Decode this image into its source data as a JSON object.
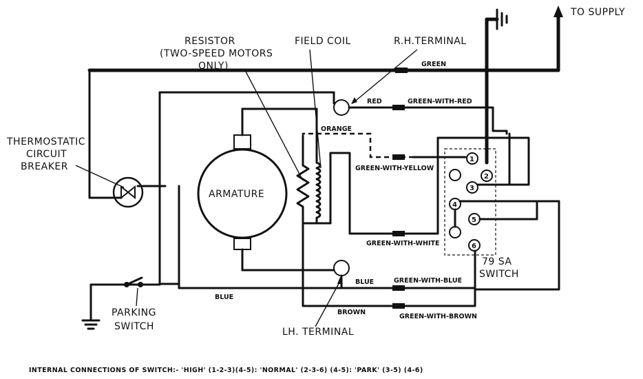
{
  "labels": {
    "to_supply": "TO SUPPLY",
    "resistor_l1": "RESISTOR",
    "resistor_l2": "(TWO-SPEED MOTORS",
    "resistor_l3": "ONLY)",
    "field_coil": "FIELD COIL",
    "rh_terminal": "R.H.TERMINAL",
    "thermo_l1": "THERMOSTATIC",
    "thermo_l2": "CIRCUIT",
    "thermo_l3": "BREAKER",
    "armature": "ARMATURE",
    "parking_l1": "PARKING",
    "parking_l2": "SWITCH",
    "lh_terminal": "LH. TERMINAL",
    "switch_l1": "79 SA",
    "switch_l2": "SWITCH"
  },
  "wires": {
    "green": "GREEN",
    "red": "RED",
    "green_with_red": "GREEN-WITH-RED",
    "orange": "ORANGE",
    "green_with_yellow": "GREEN-WITH-YELLOW",
    "green_with_white": "GREEN-WITH-WHITE",
    "blue_left": "BLUE",
    "blue_right": "BLUE",
    "green_with_blue": "GREEN-WITH-BLUE",
    "brown": "BROWN",
    "green_with_brown": "GREEN-WITH-BROWN"
  },
  "switch_terminals": [
    "1",
    "2",
    "3",
    "4",
    "5",
    "6"
  ],
  "footer": "INTERNAL CONNECTIONS OF SWITCH:- 'HIGH' (1-2-3)(4-5): 'NORMAL' (2-3-6) (4-5): 'PARK' (3-5) (4-6)"
}
